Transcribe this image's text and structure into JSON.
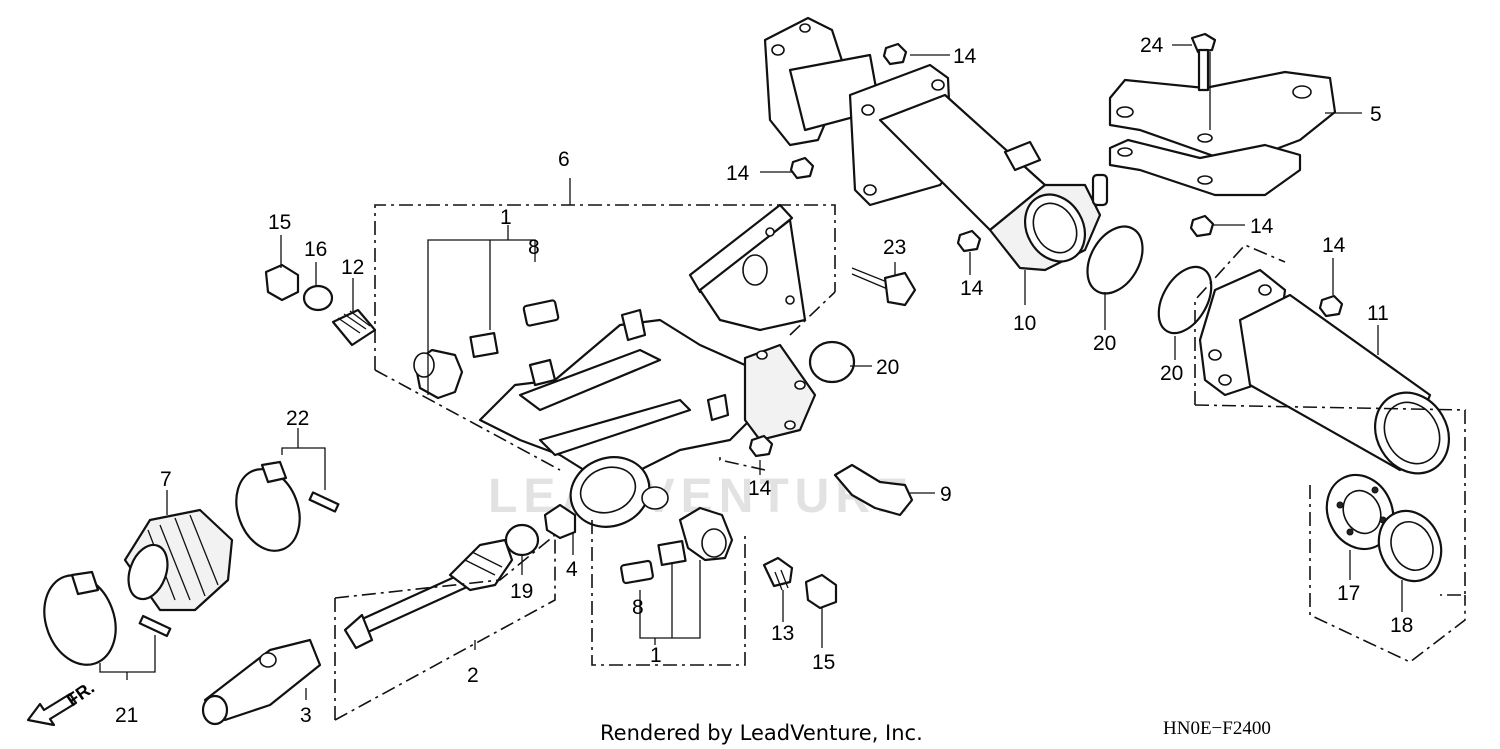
{
  "diagram": {
    "watermark": "LEADVENTURE",
    "footer": "Rendered by LeadVenture, Inc.",
    "code": "HN0E−F2400",
    "direction_label": "FR.",
    "callouts": {
      "c1a": "1",
      "c1b": "1",
      "c2": "2",
      "c3": "3",
      "c4": "4",
      "c5": "5",
      "c6": "6",
      "c7": "7",
      "c8a": "8",
      "c8b": "8",
      "c9": "9",
      "c10": "10",
      "c11": "11",
      "c12": "12",
      "c13": "13",
      "c14a": "14",
      "c14b": "14",
      "c14c": "14",
      "c14d": "14",
      "c14e": "14",
      "c14f": "14",
      "c15a": "15",
      "c15b": "15",
      "c16": "16",
      "c17": "17",
      "c18": "18",
      "c19": "19",
      "c20a": "20",
      "c20b": "20",
      "c20c": "20",
      "c21": "21",
      "c22": "22",
      "c23": "23",
      "c24": "24"
    }
  }
}
